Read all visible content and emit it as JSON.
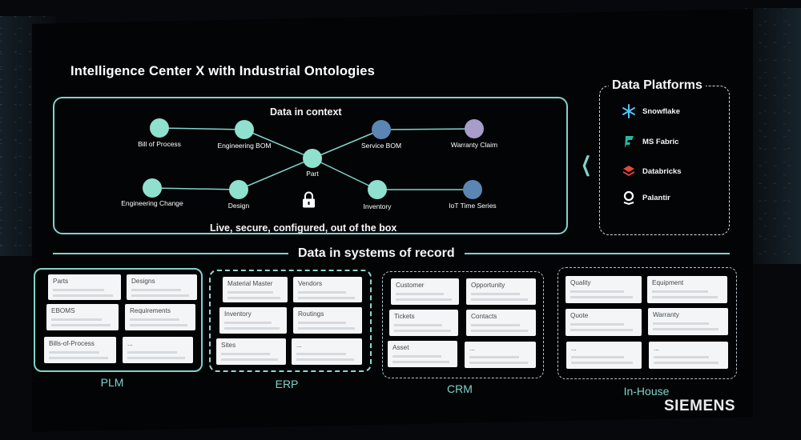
{
  "title": "Intelligence Center X with Industrial Ontologies",
  "context": {
    "title": "Data in context",
    "footer": "Live, secure, configured, out of the box",
    "nodes": [
      {
        "id": "bill-of-process",
        "label": "Bill of Process",
        "color": "#8fe0cf"
      },
      {
        "id": "engineering-bom",
        "label": "Engineering BOM",
        "color": "#8fe0cf"
      },
      {
        "id": "part",
        "label": "Part",
        "color": "#8fe0cf"
      },
      {
        "id": "service-bom",
        "label": "Service BOM",
        "color": "#5b86b3"
      },
      {
        "id": "warranty-claim",
        "label": "Warranty Claim",
        "color": "#a89cc9"
      },
      {
        "id": "engineering-change",
        "label": "Engineering Change",
        "color": "#8fe0cf"
      },
      {
        "id": "design",
        "label": "Design",
        "color": "#8fe0cf"
      },
      {
        "id": "inventory",
        "label": "Inventory",
        "color": "#8fe0cf"
      },
      {
        "id": "iot-time-series",
        "label": "IoT Time Series",
        "color": "#5b86b3"
      }
    ],
    "edges": [
      [
        "bill-of-process",
        "engineering-bom"
      ],
      [
        "engineering-bom",
        "part"
      ],
      [
        "part",
        "service-bom"
      ],
      [
        "service-bom",
        "warranty-claim"
      ],
      [
        "engineering-change",
        "design"
      ],
      [
        "design",
        "part"
      ],
      [
        "part",
        "inventory"
      ],
      [
        "inventory",
        "iot-time-series"
      ]
    ]
  },
  "platforms": {
    "title": "Data Platforms",
    "items": [
      {
        "label": "Snowflake",
        "icon": "snowflake-icon",
        "color": "#4fc3f7"
      },
      {
        "label": "MS Fabric",
        "icon": "fabric-icon",
        "color": "#2bb5a0"
      },
      {
        "label": "Databricks",
        "icon": "databricks-icon",
        "color": "#e5483a"
      },
      {
        "label": "Palantir",
        "icon": "palantir-icon",
        "color": "#ffffff"
      }
    ]
  },
  "records": {
    "title": "Data in systems of record",
    "groups": [
      {
        "label": "PLM",
        "cards": [
          "Parts",
          "Designs",
          "EBOMS",
          "Requirements",
          "Bills-of-Process",
          "..."
        ]
      },
      {
        "label": "ERP",
        "cards": [
          "Material Master",
          "Vendors",
          "Inventory",
          "Routings",
          "Sites",
          "..."
        ]
      },
      {
        "label": "CRM",
        "cards": [
          "Customer",
          "Opportunity",
          "Tickets",
          "Contacts",
          "Asset",
          "..."
        ]
      },
      {
        "label": "In-House",
        "cards": [
          "Quality",
          "Equipment",
          "Quote",
          "Warranty",
          "...",
          "..."
        ]
      }
    ]
  },
  "brand": "SIEMENS",
  "accent": "#7fd3cc"
}
